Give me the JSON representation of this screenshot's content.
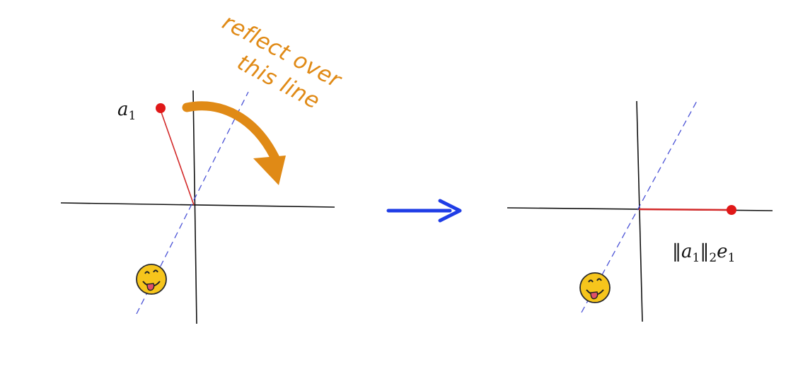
{
  "colors": {
    "axis": "#111111",
    "vector": "#d32a2a",
    "point": "#e01818",
    "reflection_line": "#4a52d6",
    "annotation": "#e08a16",
    "transition_arrow": "#1f3de6",
    "smiley_fill": "#f6c51c",
    "smiley_tongue": "#e0506a"
  },
  "icons": {
    "left_emoji": "smiley-tongue-icon",
    "right_emoji": "smiley-tongue-icon",
    "transition": "arrow-right-icon",
    "curved": "curved-arrow-icon"
  },
  "left_panel": {
    "vector_label": {
      "base": "a",
      "sub": "1"
    },
    "annotation_line1": "reflect over",
    "annotation_line2": "this line"
  },
  "right_panel": {
    "result_label": {
      "open": "‖",
      "base": "a",
      "sub1": "1",
      "close": "‖",
      "sub2": "2",
      "e": "e",
      "sub3": "1"
    }
  }
}
